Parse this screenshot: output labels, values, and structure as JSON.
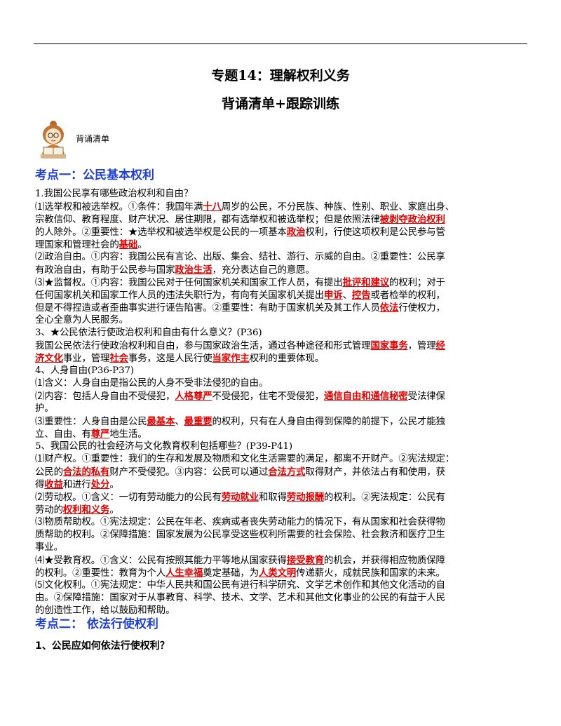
{
  "header": {
    "title_line1": "专题14：理解权利义务",
    "title_line2": "背诵清单+跟踪训练",
    "avatar_label": "背诵清单"
  },
  "section1": {
    "heading": "考点一：公民基本权利"
  },
  "section2": {
    "heading": "考点二：  依法行使权利",
    "q1": "1、公民应如何依法行使权利？"
  },
  "lines": [
    [
      {
        "t": "1.我国公民享有哪些政治权利和自由？"
      }
    ],
    [
      {
        "t": "⑴选举权和被选举权。①条件：我国年满"
      },
      {
        "t": "十八",
        "k": 1
      },
      {
        "t": "周岁的公民，不分民族、种族、性别、职业、家庭出身、"
      }
    ],
    [
      {
        "t": "宗教信仰、教育程度、财产状况、居住期限，都有选举权和被选举权；但是依照法律"
      },
      {
        "t": "被剥夺政治权利",
        "k": 1
      }
    ],
    [
      {
        "t": "的人除外。②重要性：★选举权和被选举权是公民的一项基本"
      },
      {
        "t": "政治",
        "k": 1
      },
      {
        "t": "权利，行使这项权利是公民参与管"
      }
    ],
    [
      {
        "t": "理国家和管理社会的"
      },
      {
        "t": "基础",
        "k": 1
      },
      {
        "t": "。"
      }
    ],
    [
      {
        "t": "⑵政治自由。①内容：我国公民有言论、出版、集会、结社、游行、示威的自由。②重要性：公民享"
      }
    ],
    [
      {
        "t": "有政治自由，有助于公民参与国家"
      },
      {
        "t": "政治生活",
        "k": 1
      },
      {
        "t": "，充分表达自己的意愿。"
      }
    ],
    [
      {
        "t": "⑶★监督权。①内容：我国公民对于任何国家机关和国家工作人员，有提出"
      },
      {
        "t": "批评和建议",
        "k": 1
      },
      {
        "t": "的权利；对于"
      }
    ],
    [
      {
        "t": "任何国家机关和国家工作人员的违法失职行为，有向有关国家机关提出"
      },
      {
        "t": "申诉",
        "k": 1
      },
      {
        "t": "、"
      },
      {
        "t": "控告",
        "k": 1
      },
      {
        "t": "或者检举的权利，"
      }
    ],
    [
      {
        "t": "但是不得捏造或者歪曲事实进行诬告陷害。②重要性：有助于国家机关及其工作人员"
      },
      {
        "t": "依法",
        "k": 1
      },
      {
        "t": "行使权力，"
      }
    ],
    [
      {
        "t": "全心全意为人民服务。"
      }
    ],
    [
      {
        "t": "3、★公民依法行使政治权利和自由有什么意义？(P36)"
      }
    ],
    [
      {
        "t": "我国公民依法行使政治权利和自由，参与国家政治生活，通过各种途径和形式管理"
      },
      {
        "t": "国家事务",
        "k": 1
      },
      {
        "t": "，管理"
      },
      {
        "t": "经",
        "k": 1
      }
    ],
    [
      {
        "t": "济文化",
        "k": 1
      },
      {
        "t": "事业，管理"
      },
      {
        "t": "社会",
        "k": 1
      },
      {
        "t": "事务，这是人民行使"
      },
      {
        "t": "当家作主",
        "k": 1
      },
      {
        "t": "权利的重要体现。"
      }
    ],
    [
      {
        "t": "4、人身自由(P36-P37)"
      }
    ],
    [
      {
        "t": "⑴含义：人身自由是指公民的人身不受非法侵犯的自由。"
      }
    ],
    [
      {
        "t": "⑵内容：包括人身自由不受侵犯，"
      },
      {
        "t": "人格尊严",
        "k": 1
      },
      {
        "t": "不受侵犯，住宅不受侵犯，"
      },
      {
        "t": "通信自由和通信秘密",
        "k": 1
      },
      {
        "t": "受法律保"
      }
    ],
    [
      {
        "t": "护。"
      }
    ],
    [
      {
        "t": "⑶重要性：人身自由是公民"
      },
      {
        "t": "最基本",
        "k": 1
      },
      {
        "t": "、"
      },
      {
        "t": "最重要",
        "k": 1
      },
      {
        "t": "的权利，只有在人身自由得到保障的前提下，公民才能独"
      }
    ],
    [
      {
        "t": "立、自由、有"
      },
      {
        "t": "尊严",
        "k": 1
      },
      {
        "t": "地生活。"
      }
    ],
    [
      {
        "t": "5、我国公民的社会经济与文化教育权利包括哪些？(P39-P41)"
      }
    ],
    [
      {
        "t": "⑴财产权。①重要性：我们的生存和发展及物质和文化生活需要的满足，都离不开财产。②宪法规定："
      }
    ],
    [
      {
        "t": "公民的"
      },
      {
        "t": "合法的私有",
        "k": 1
      },
      {
        "t": "财产不受侵犯。③内容：公民可以通过"
      },
      {
        "t": "合法方式",
        "k": 1
      },
      {
        "t": "取得财产，并依法占有和使用，获"
      }
    ],
    [
      {
        "t": "得"
      },
      {
        "t": "收益",
        "k": 1
      },
      {
        "t": "和进行"
      },
      {
        "t": "处分",
        "k": 1
      },
      {
        "t": "。"
      }
    ],
    [
      {
        "t": "⑵劳动权。①含义：一切有劳动能力的公民有"
      },
      {
        "t": "劳动就业",
        "k": 1
      },
      {
        "t": "和取得"
      },
      {
        "t": "劳动报酬",
        "k": 1
      },
      {
        "t": "的权利。②宪法规定：公民有"
      }
    ],
    [
      {
        "t": "劳动的"
      },
      {
        "t": "权利和义务",
        "k": 1
      },
      {
        "t": "。"
      }
    ],
    [
      {
        "t": "⑶物质帮助权。①宪法规定：公民在年老、疾病或者丧失劳动能力的情况下，有从国家和社会获得物"
      }
    ],
    [
      {
        "t": "质帮助的权利。②保障措施：国家发展为公民享受这些权利所需要的社会保险、社会救济和医疗卫生"
      }
    ],
    [
      {
        "t": "事业。"
      }
    ],
    [
      {
        "t": "⑷★受教育权。①含义：公民有按照其能力平等地从国家获得"
      },
      {
        "t": "接受教育",
        "k": 1
      },
      {
        "t": "的机会，并获得相应物质保障"
      }
    ],
    [
      {
        "t": "的权利。②重要性：教育为个人"
      },
      {
        "t": "人生幸福",
        "k": 1
      },
      {
        "t": "奠定基础，为"
      },
      {
        "t": "人类文明",
        "k": 1
      },
      {
        "t": "传递薪火，成就民族和国家的未来。"
      }
    ],
    [
      {
        "t": "⑸文化权利。①宪法规定：中华人民共和国公民有进行科学研究、文学艺术创作和其他文化活动的自"
      }
    ],
    [
      {
        "t": "由。②保障措施：国家对于从事教育、科学、技术、文学、艺术和其他文化事业的公民的有益于人民"
      }
    ],
    [
      {
        "t": "的创造性工作，给以鼓励和帮助。"
      }
    ]
  ]
}
